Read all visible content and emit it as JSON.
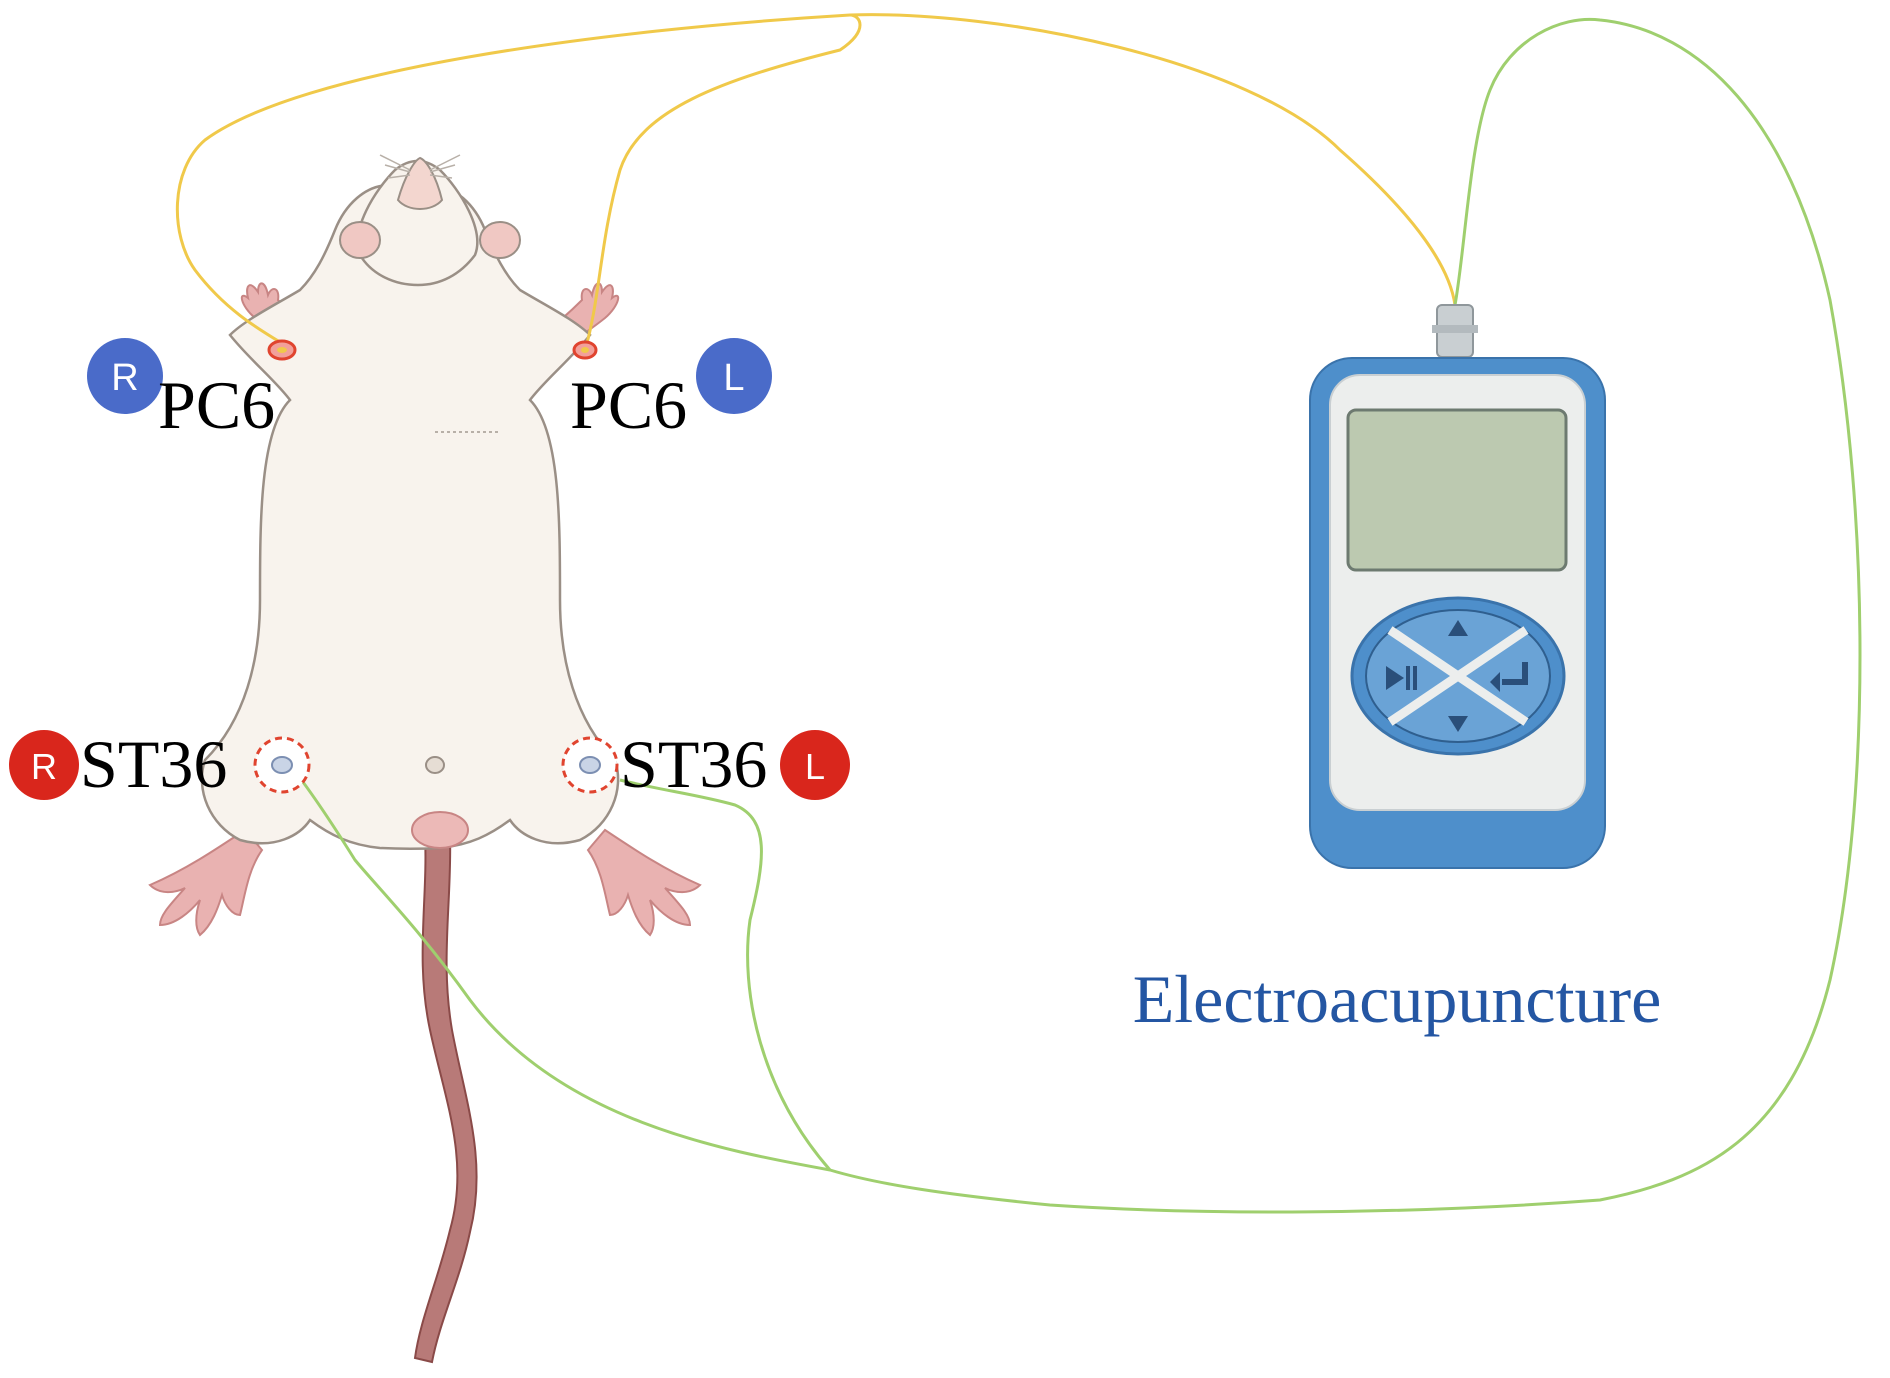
{
  "labels": {
    "pc6_right": "PC6",
    "pc6_left": "PC6",
    "st36_right": "ST36",
    "st36_left": "ST36",
    "device_caption": "Electroacupuncture"
  },
  "badges": {
    "right": "R",
    "left": "L"
  },
  "colors": {
    "pc6_badge": "#4a6bc9",
    "st36_badge": "#d9261c",
    "yellow_wire": "#f0c94a",
    "green_wire": "#9fcf6e",
    "caption": "#2456a3",
    "device_body": "#4e8fcb",
    "device_screen": "#bcc9b0"
  },
  "icons": {
    "device_up": "triangle-up-icon",
    "device_down": "triangle-down-icon",
    "device_play": "play-pause-icon",
    "device_enter": "enter-arrow-icon"
  }
}
